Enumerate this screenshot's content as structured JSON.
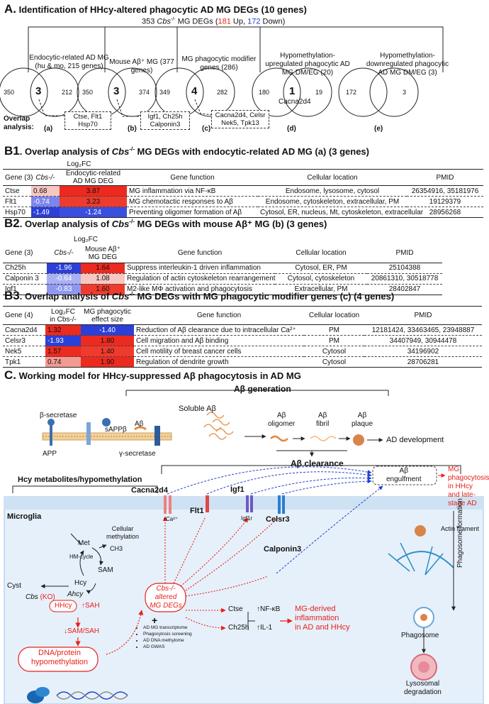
{
  "panelA": {
    "letter": "A.",
    "title": "Identification of HHcy-altered phagocytic AD MG DEGs (10 genes)",
    "top_prefix": "353 ",
    "top_cbs": "Cbs",
    "top_sup": "-/-",
    "top_mid": " MG DEGs (",
    "top_up": "181",
    "top_upword": " Up, ",
    "top_down": "172",
    "top_end": " Down)",
    "overlap_label": "Overlap analysis:",
    "sets": [
      {
        "title": "Endocytic-related AD MG (hu & mo, 215 genes)",
        "left": "350",
        "mid": "3",
        "right": "212",
        "tag": "(a)",
        "box": "Ctse, Flt1\nHsp70"
      },
      {
        "title": "Mouse Aβ⁺ MG (377 genes)",
        "left": "350",
        "mid": "3",
        "right": "374",
        "tag": "(b)",
        "box": "Igf1, Ch25h\nCalponin3"
      },
      {
        "title": "MG phagocytic modifier genes (286)",
        "left": "349",
        "mid": "4",
        "right": "282",
        "tag": "(c)",
        "box": "Cacna2d4, Celsr\nNek5, Tpk13"
      },
      {
        "title": "Hypomethylation-upregulated phagocytic AD MG DM/EG (20)",
        "left": "180",
        "mid": "1",
        "right": "19",
        "tag": "(d)",
        "box": "Cacna2d4"
      },
      {
        "title": "Hypomethylation-downregulated phagocytic AD MG DM/EG (3)",
        "left": "172",
        "mid": "",
        "right": "3",
        "tag": "(e)",
        "box": ""
      }
    ]
  },
  "panelB1": {
    "letter": "B1",
    "title_a": ". Overlap analysis of ",
    "title_cbs": "Cbs",
    "title_b": " MG DEGs with endocytic-related AD MG (a) (3 genes)",
    "h_log2fc": "Log₂FC",
    "h_gene": "Gene (3)",
    "h_cbs": "Cbs-/-",
    "h_col2": "Endocytic-related AD MG DEG",
    "h_func": "Gene function",
    "h_loc": "Cellular location",
    "h_pmid": "PMID",
    "rows": [
      {
        "gene": "Ctse",
        "v1": "0.68",
        "v2": "3.87",
        "func": "MG inflammation via NF-κB",
        "loc": "Endosome, lysosome, cytosol",
        "pmid": "26354916, 35181976"
      },
      {
        "gene": "Flt1",
        "v1": "-0.74",
        "v2": "3.23",
        "func": "MG chemotactic responses to Aβ",
        "loc": "Endosome, cytoskeleton, extracellular, PM",
        "pmid": "19129379"
      },
      {
        "gene": "Hsp70",
        "v1": "-1.49",
        "v2": "-1.24",
        "func": "Preventing oligomer formation of Aβ",
        "loc": "Cytosol, ER, nucleus, Mt, cytoskeleton, extracellular",
        "pmid": "28956268"
      }
    ]
  },
  "panelB2": {
    "letter": "B2",
    "title_a": ". Overlap analysis of ",
    "title_cbs": "Cbs",
    "title_b": " MG DEGs with mouse Aβ⁺ MG (b) (3 genes)",
    "h_log2fc": "Log₂FC",
    "h_gene": "Gene (3)",
    "h_cbs": "Cbs-/-",
    "h_col2": "Mouse Aβ⁺ MG DEG",
    "h_func": "Gene function",
    "h_loc": "Cellular location",
    "h_pmid": "PMID",
    "rows": [
      {
        "gene": "Ch25h",
        "v1": "-1.96",
        "v2": "1.64",
        "func": "Suppress interleukin-1 driven inflammation",
        "loc": "Cytosol, ER, PM",
        "pmid": "25104388"
      },
      {
        "gene": "Calponin 3",
        "v1": "-0.64",
        "v2": "1.08",
        "func": "Regulation of actin cytoskeleton rearrangement",
        "loc": "Cytosol, cytoskeleton",
        "pmid": "20861310, 30518778"
      },
      {
        "gene": "Igf1",
        "v1": "-0.83",
        "v2": "1.60",
        "func": "M2-like MΦ activation and phagocytosis",
        "loc": "Extracellular, PM",
        "pmid": "28402847"
      }
    ]
  },
  "panelB3": {
    "letter": "B3",
    "title_a": ". Overlap analysis of ",
    "title_cbs": "Cbs",
    "title_b": " MG DEGs with MG phagocytic modifier genes (c) (4 genes)",
    "h_gene": "Gene (4)",
    "h_col1": "Log₂FC in Cbs-/-",
    "h_col2": "MG phagocytic effect size",
    "h_func": "Gene function",
    "h_loc": "Cellular location",
    "h_pmid": "PMID",
    "rows": [
      {
        "gene": "Cacna2d4",
        "v1": "1.32",
        "v2": "-1.40",
        "func": "Reduction of Aβ clearance due to intracellular Ca²⁺",
        "loc": "PM",
        "pmid": "12181424, 33463465, 23948887"
      },
      {
        "gene": "Celsr3",
        "v1": "-1.93",
        "v2": "1.80",
        "func": "Cell migration and Aβ binding",
        "loc": "PM",
        "pmid": "34407949, 30944478"
      },
      {
        "gene": "Nek5",
        "v1": "1.57",
        "v2": "1.40",
        "func": "Cell motility of breast cancer cells",
        "loc": "Cytosol",
        "pmid": "34196902"
      },
      {
        "gene": "Tpk1",
        "v1": "0.74",
        "v2": "1.90",
        "func": "Regulation of dendrite growth",
        "loc": "Cytosol",
        "pmid": "28706281"
      }
    ]
  },
  "panelC": {
    "letter": "C.",
    "title": "Working model for HHcy-suppressed Aβ phagocytosis in AD MG",
    "ab_generation": "Aβ generation",
    "beta_sec": "β-secretase",
    "sappb": "sAPPβ",
    "abeta": "Aβ",
    "soluble": "Soluble Aβ",
    "oligomer": "Aβ\noligomer",
    "fibril": "Aβ\nfibril",
    "plaque": "Aβ\nplaque",
    "ad_dev": "AD development",
    "app": "APP",
    "gamma_sec": "γ-secretase",
    "ab_clearance": "Aβ clearance",
    "hcy_title": "Hcy metabolites/hypomethylation",
    "engulf": "Aβ\nengulfment",
    "mg_phago": "MG phagocytosis\nin HHcy and late-\nstage AD",
    "microglia": "Microglia",
    "cacna2d4": "Cacna2d4",
    "ca": "↑Ca²⁺",
    "flt1": "Flt1",
    "igf1": "Igf1",
    "igf1r": "Igf1r",
    "celsr3": "Celsr3",
    "actin": "Actin filament",
    "calponin3": "Calponin3",
    "cell_meth": "Cellular\nmethylation",
    "met": "Met",
    "ch3": "CH3",
    "hm_cycle": "HM-cycle",
    "cyst": "Cyst",
    "cbs_ko_a": "Cbs",
    "cbs_ko_b": "(KO)",
    "hcy": "Hcy",
    "sam": "SAM",
    "ahcy": "Ahcy",
    "hhcy": "HHcy",
    "sah": "↑SAH",
    "samsah": "↓SAM/SAH",
    "dna_hypo": "DNA/protein\nhypomethylation",
    "cbs_altered": "Cbs-/- altered\nMG DEGs",
    "plus": "+",
    "bullets": [
      "AD MG transcriptome",
      "Phagocytosis screening",
      "AD DNA methylome",
      "AD GWAS"
    ],
    "ctse": "Ctse",
    "nfkb": "↑NF-κB",
    "ch25h": "Ch25h",
    "il1": "↑IL-1",
    "mg_inflam": "MG-derived\ninflammation\nin AD and HHcy",
    "phagosome_formation": "Phagosome formation",
    "phagosome": "Phagosome",
    "lysosomal": "Lysosomal\ndegradation",
    "colors": {
      "red": "#e8211b",
      "blue": "#1f3fd0",
      "cell_bg": "#e6f0fa"
    }
  }
}
